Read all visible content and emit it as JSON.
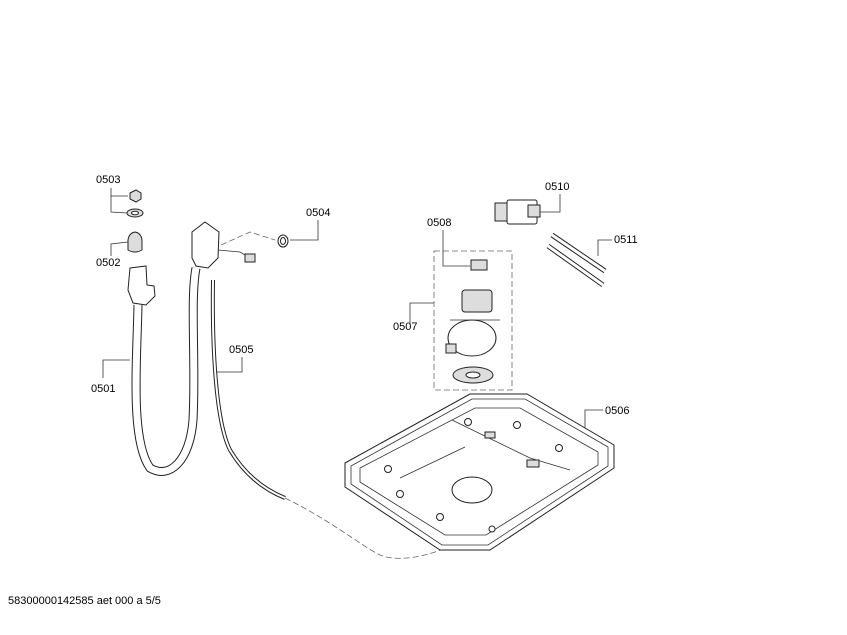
{
  "diagram": {
    "part_labels": {
      "p0501": "0501",
      "p0502": "0502",
      "p0503": "0503",
      "p0504": "0504",
      "p0505": "0505",
      "p0506": "0506",
      "p0507": "0507",
      "p0508": "0508",
      "p0510": "0510",
      "p0511": "0511"
    }
  },
  "footer": {
    "document_code": "58300000142585 aet 000 a 5/5"
  }
}
